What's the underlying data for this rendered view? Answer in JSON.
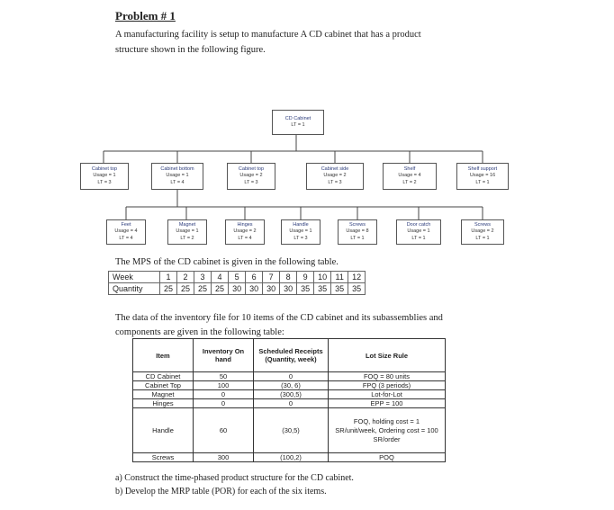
{
  "problem_title": "Problem # 1",
  "intro": [
    "A manufacturing facility is setup to manufacture A CD cabinet that has a product",
    "structure shown in the following figure."
  ],
  "tree": {
    "root": {
      "name": "CD Cabinet",
      "lt": "LT = 1"
    },
    "level1": [
      {
        "name": "Cabinet top",
        "usage": "Usage = 1",
        "lt": "LT = 3"
      },
      {
        "name": "Cabinet bottom",
        "usage": "Usage = 1",
        "lt": "LT = 4"
      },
      {
        "name": "Cabinet top",
        "usage": "Usage = 2",
        "lt": "LT = 3"
      },
      {
        "name": "Cabinet side",
        "usage": "Usage = 2",
        "lt": "LT = 3"
      },
      {
        "name": "Shelf",
        "usage": "Usage = 4",
        "lt": "LT = 2"
      },
      {
        "name": "Shelf support",
        "usage": "Usage = 16",
        "lt": "LT = 1"
      }
    ],
    "level2": [
      {
        "name": "Feet",
        "usage": "Usage = 4",
        "lt": "LT = 4"
      },
      {
        "name": "Magnet",
        "usage": "Usage = 1",
        "lt": "LT = 2"
      },
      {
        "name": "Hinges",
        "usage": "Usage = 2",
        "lt": "LT = 4"
      },
      {
        "name": "Handle",
        "usage": "Usage = 1",
        "lt": "LT = 3"
      },
      {
        "name": "Screws",
        "usage": "Usage = 8",
        "lt": "LT = 1"
      },
      {
        "name": "Door catch",
        "usage": "Usage = 1",
        "lt": "LT = 1"
      },
      {
        "name": "Screws",
        "usage": "Usage = 2",
        "lt": "LT = 1"
      }
    ]
  },
  "mps_caption": "The MPS of the CD cabinet is given in the following table.",
  "mps": {
    "week_label": "Week",
    "quantity_label": "Quantity",
    "weeks": [
      "1",
      "2",
      "3",
      "4",
      "5",
      "6",
      "7",
      "8",
      "9",
      "10",
      "11",
      "12"
    ],
    "quantities": [
      "25",
      "25",
      "25",
      "25",
      "30",
      "30",
      "30",
      "30",
      "35",
      "35",
      "35",
      "35"
    ]
  },
  "inv_caption": [
    "The data of the inventory file for 10 items of the CD cabinet and its subassemblies and",
    "components are given in the following table:"
  ],
  "inventory": {
    "headers": [
      "Item",
      "Inventory On hand",
      "Scheduled Receipts (Quantity, week)",
      "Lot Size Rule"
    ],
    "rows": [
      [
        "CD Cabinet",
        "50",
        "0",
        "FOQ = 80 units"
      ],
      [
        "Cabinet Top",
        "100",
        "(30, 6)",
        "FPQ (3 periods)"
      ],
      [
        "Magnet",
        "0",
        "(300,5)",
        "Lot-for-Lot"
      ],
      [
        "Hinges",
        "0",
        "0",
        "EPP = 100"
      ],
      [
        "Handle",
        "60",
        "(30,5)",
        "FOQ, holding cost = 1 SR/unit/week, Ordering cost = 100 SR/order"
      ],
      [
        "Screws",
        "300",
        "(100,2)",
        "POQ"
      ]
    ]
  },
  "questions": [
    "a) Construct the time-phased product structure for the CD cabinet.",
    "b) Develop the MRP table (POR) for each of the six items."
  ]
}
